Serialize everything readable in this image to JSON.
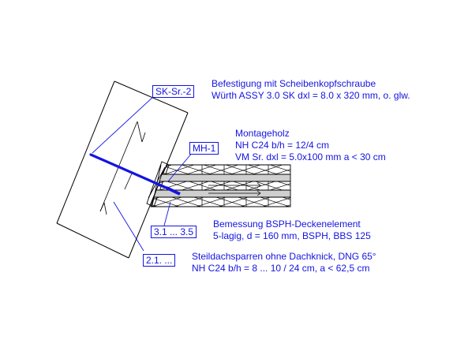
{
  "colors": {
    "annotation": "#1414e0",
    "line": "#000000",
    "layer_fill": "#cfcfcf"
  },
  "tags": {
    "screw": "SK-Sr.-2",
    "mounting_wood": "MH-1",
    "clt_panel": "3.1 ... 3.5",
    "rafter": "2.1. ..."
  },
  "notes": {
    "screw": {
      "line1": "Befestigung mit Scheibenkopfschraube",
      "line2": "Würth ASSY 3.0 SK dxl = 8.0 x 320 mm, o. glw."
    },
    "mounting_wood": {
      "line1": "Montageholz",
      "line2": "NH C24 b/h = 12/4 cm",
      "line3": "VM Sr. dxl = 5.0x100 mm a < 30 cm"
    },
    "clt_panel": {
      "line1": "Bemessung BSPH-Deckenelement",
      "line2": "5-lagig, d = 160 mm, BSPH, BBS 125"
    },
    "rafter": {
      "line1": "Steildachsparren ohne Dachknick, DNG 65°",
      "line2": "NH C24 b/h = 8 ... 10 / 24 cm, a < 62,5 cm"
    }
  }
}
